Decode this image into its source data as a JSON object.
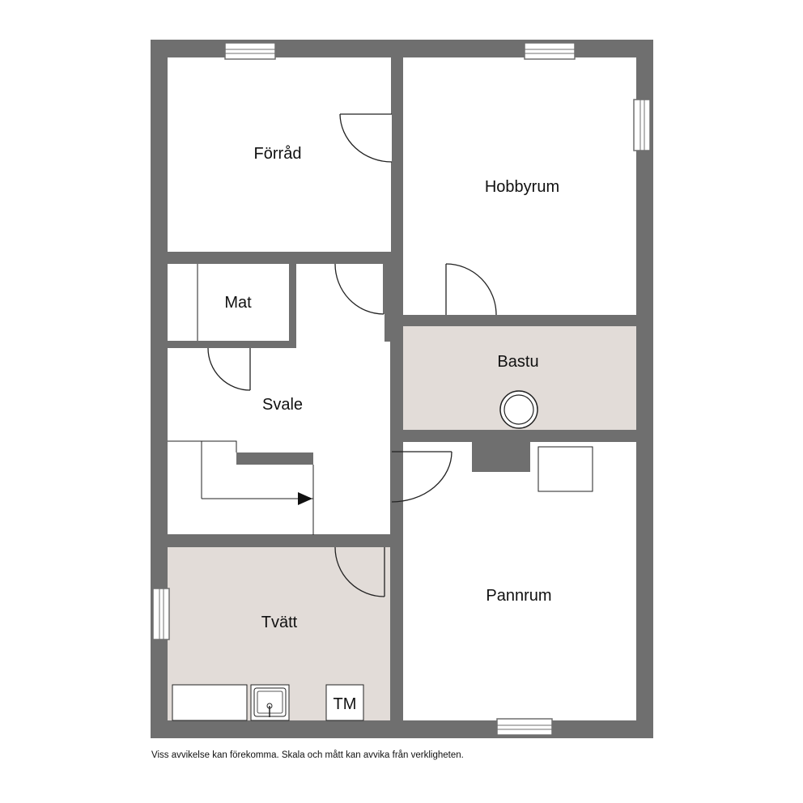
{
  "rooms": {
    "forrad": "Förråd",
    "hobbyrum": "Hobbyrum",
    "mat": "Mat",
    "bastu": "Bastu",
    "svale": "Svale",
    "tvatt": "Tvätt",
    "pannrum": "Pannrum"
  },
  "fixtures": {
    "tm": "TM"
  },
  "disclaimer": "Viss avvikelse kan förekomma. Skala och mått kan avvika från verkligheten.",
  "colors": {
    "wall": "#6f6f6f",
    "floor": "#ffffff",
    "wet_room_floor": "#e2dcd8",
    "line": "#222222"
  }
}
